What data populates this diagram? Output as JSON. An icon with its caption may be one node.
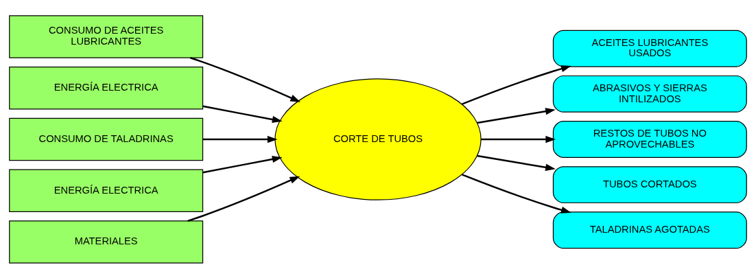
{
  "diagram": {
    "nodes": [
      {
        "text": [
          "CONSUMO DE ACEITES LUBRICANTES"
        ]
      },
      {
        "text": [
          "ENERGÍA ELECTRICA"
        ]
      },
      {
        "text": [
          "CONSUMO DE TALADRINAS"
        ]
      },
      {
        "text": [
          "ENERGÍA ELECTRICA"
        ]
      },
      {
        "text": [
          "MATERIALES"
        ]
      },
      {
        "text": [
          "CORTE DE TUBOS"
        ]
      },
      {
        "text": [
          "ACEITES LUBRICANTES USADOS"
        ]
      },
      {
        "text": [
          "ABRASIVOS Y SIERRAS INTILIZADOS"
        ]
      },
      {
        "text": [
          "RESTOS DE TUBOS NO APROVECHABLES"
        ]
      },
      {
        "text": [
          "TUBOS CORTADOS"
        ]
      },
      {
        "text": [
          "TALADRINAS AGOTADAS"
        ]
      }
    ],
    "edges": [
      {
        "from": 0,
        "to": 5,
        "arrow": "to"
      },
      {
        "from": 1,
        "to": 5,
        "arrow": "to"
      },
      {
        "from": 2,
        "to": 5,
        "arrow": "to"
      },
      {
        "from": 3,
        "to": 5,
        "arrow": "to"
      },
      {
        "from": 4,
        "to": 5,
        "arrow": "to"
      },
      {
        "from": 5,
        "to": 6,
        "arrow": "to"
      },
      {
        "from": 5,
        "to": 7,
        "arrow": "to"
      },
      {
        "from": 5,
        "to": 8,
        "arrow": "to"
      },
      {
        "from": 5,
        "to": 9,
        "arrow": "to"
      },
      {
        "from": 5,
        "to": 10,
        "arrow": "to"
      }
    ]
  }
}
